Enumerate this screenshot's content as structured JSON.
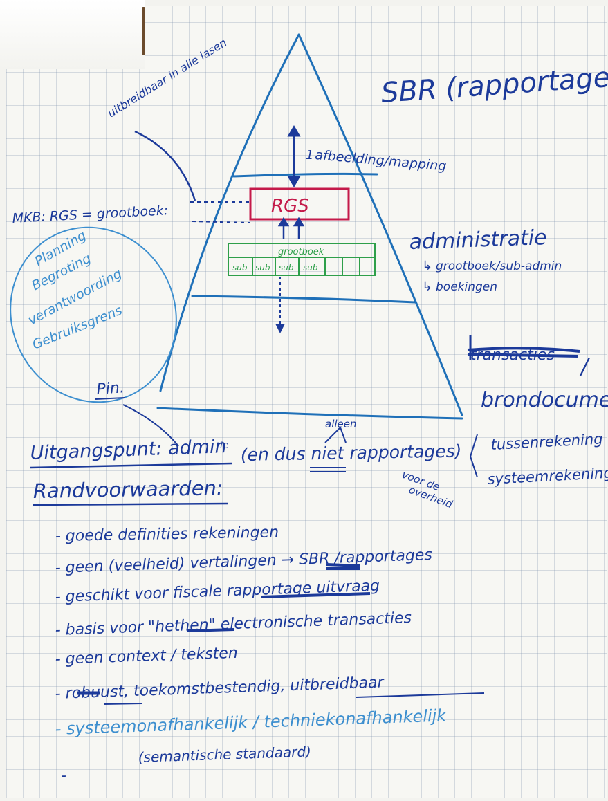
{
  "title": "SBR (rapportages)",
  "pyramid": {
    "top_label": "uitbreidbaar in alle lasen",
    "mapping_label": "afbeelding/mapping",
    "mapping_number": "1",
    "rgs_label": "RGS",
    "mkb_label": "MKB: RGS = grootboek:",
    "grootboek_label": "grootboek",
    "sub_cells": [
      "sub",
      "sub",
      "sub",
      "sub"
    ],
    "admin_label": "administratie",
    "admin_sub1": "grootboek/sub-admin",
    "admin_sub2": "boekingen",
    "struck_label": "transacties",
    "bron_label": "brondocument"
  },
  "bubble": {
    "lines": [
      "Planning",
      "Begroting",
      "verantwoording",
      "Gebruiksgrens"
    ],
    "label": "Pin."
  },
  "uitgangspunt": {
    "label": "Uitgangspunt: admin",
    "superscript": "ie",
    "paren_text": "(en dus niet rapportages)",
    "alleen": "alleen",
    "voor_de_overheid": [
      "voor de",
      "overheid"
    ],
    "right1": "tussenrekening",
    "right2": "systeemrekening"
  },
  "randvoorwaarden": {
    "heading": "Randvoorwaarden:",
    "items": [
      "- goede definities rekeningen",
      "- geen (veelheid) vertalingen → SBR /rapportages",
      "- geschikt voor fiscale rapportage uitvraag",
      "- basis voor \"hethen\" electronische transacties",
      "- geen context / teksten",
      "- robuust, toekomstbestendig, uitbreidbaar",
      "- systeemonafhankelijk / techniekonafhankelijk",
      "(semantische standaard)",
      "-"
    ]
  },
  "colors": {
    "ink": "#1c3a9a",
    "light_ink": "#3d8fcf",
    "red": "#c41a4a",
    "green": "#2e9f4a",
    "grid": "#b5c3d6"
  }
}
